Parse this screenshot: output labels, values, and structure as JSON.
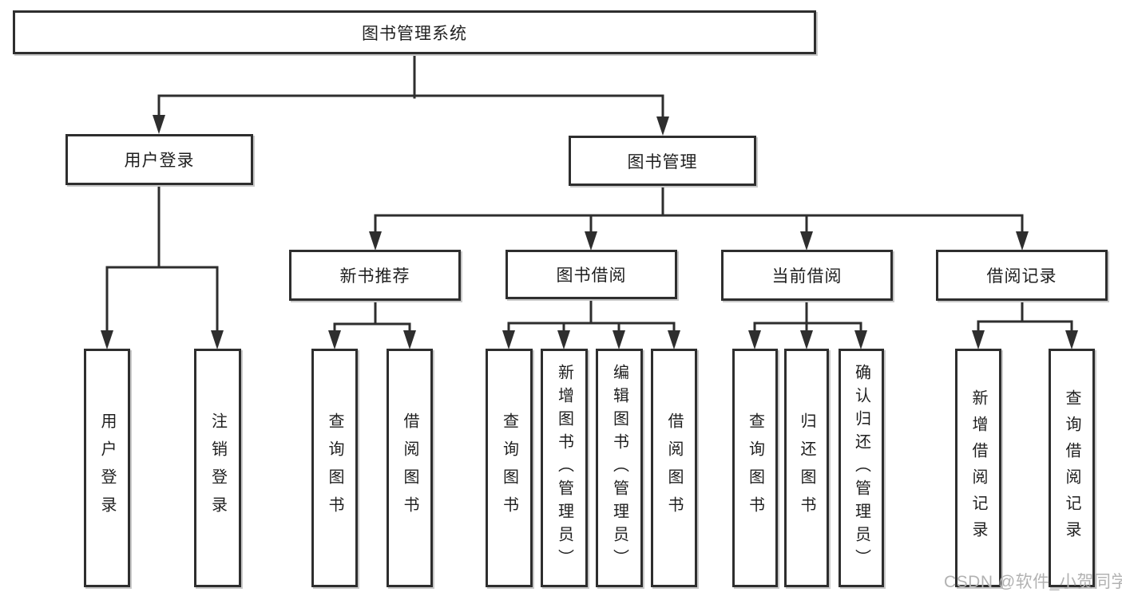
{
  "tree": {
    "root": {
      "label": "图书管理系统",
      "children": [
        {
          "label": "用户登录",
          "children": [
            {
              "label": "用户登录"
            },
            {
              "label": "注销登录"
            }
          ]
        },
        {
          "label": "图书管理",
          "children": [
            {
              "label": "新书推荐",
              "children": [
                {
                  "label": "查询图书"
                },
                {
                  "label": "借阅图书"
                }
              ]
            },
            {
              "label": "图书借阅",
              "children": [
                {
                  "label": "查询图书"
                },
                {
                  "label": "新增图书（管理员）"
                },
                {
                  "label": "编辑图书（管理员）"
                },
                {
                  "label": "借阅图书"
                }
              ]
            },
            {
              "label": "当前借阅",
              "children": [
                {
                  "label": "查询图书"
                },
                {
                  "label": "归还图书"
                },
                {
                  "label": "确认归还（管理员）"
                }
              ]
            },
            {
              "label": "借阅记录",
              "children": [
                {
                  "label": "新增借阅记录"
                },
                {
                  "label": "查询借阅记录"
                }
              ]
            }
          ]
        }
      ]
    }
  },
  "watermark": {
    "text": "CSDN @软件_小贺同学"
  },
  "colors": {
    "line": "#2e2e2e",
    "box_border": "#2e2e2e",
    "text": "#1f1f1f",
    "watermark": "#b2b2b2",
    "background": "#ffffff"
  }
}
